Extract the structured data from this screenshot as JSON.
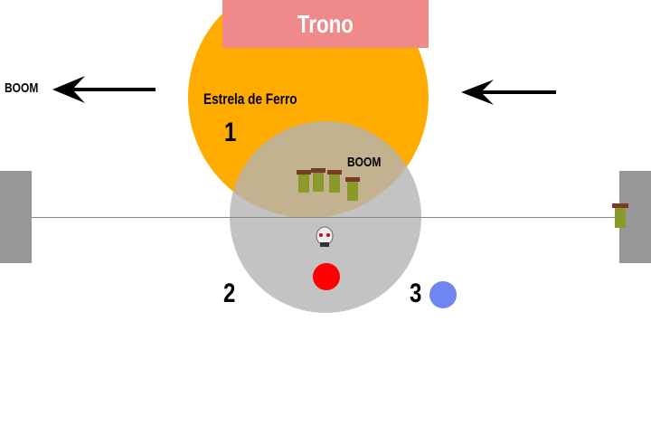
{
  "throne": {
    "label": "Trono",
    "color": "#f08a8a"
  },
  "zones": [
    {
      "label": "Estrela de Ferro",
      "number": "1",
      "color": "#ffab00"
    },
    {
      "number": "2",
      "color": "#bdbdbd"
    },
    {
      "number": "3"
    }
  ],
  "boom_labels": [
    "BOOM",
    "BOOM"
  ],
  "markers": {
    "red": "#ff0000",
    "blue": "#6f87f0"
  },
  "icons": [
    "arrow-left-icon",
    "arrow-left-icon",
    "goblin-icon",
    "skull-icon"
  ]
}
